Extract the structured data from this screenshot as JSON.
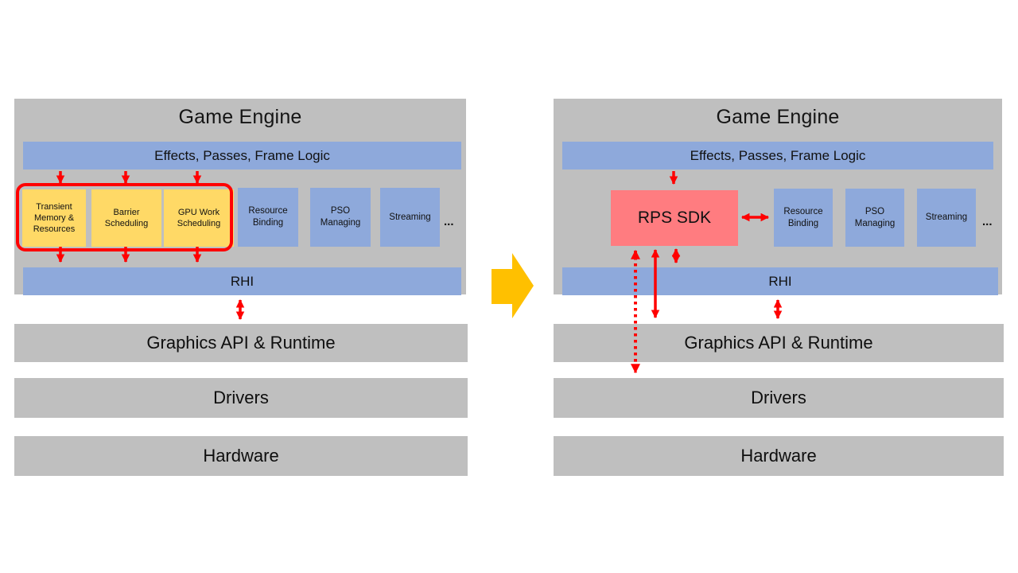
{
  "colors": {
    "container_grey": "#bfbfbf",
    "bar_blue": "#8ea9db",
    "highlight_yellow": "#ffd966",
    "highlight_outline_red": "#ff0000",
    "rps_pink": "#ff7c80",
    "flow_arrow_red": "#ff0000",
    "transform_arrow_gold": "#ffc000"
  },
  "left_diagram": {
    "game_engine_title": "Game Engine",
    "effects_bar": "Effects, Passes, Frame Logic",
    "highlighted_boxes": [
      "Transient Memory & Resources",
      "Barrier Scheduling",
      "GPU Work Scheduling"
    ],
    "engine_boxes": [
      "Resource Binding",
      "PSO Managing",
      "Streaming"
    ],
    "more_label": "...",
    "rhi_bar": "RHI",
    "layers": [
      "Graphics API & Runtime",
      "Drivers",
      "Hardware"
    ]
  },
  "right_diagram": {
    "game_engine_title": "Game Engine",
    "effects_bar": "Effects, Passes, Frame Logic",
    "rps_box": "RPS SDK",
    "engine_boxes": [
      "Resource Binding",
      "PSO Managing",
      "Streaming"
    ],
    "more_label": "...",
    "rhi_bar": "RHI",
    "layers": [
      "Graphics API & Runtime",
      "Drivers",
      "Hardware"
    ]
  }
}
